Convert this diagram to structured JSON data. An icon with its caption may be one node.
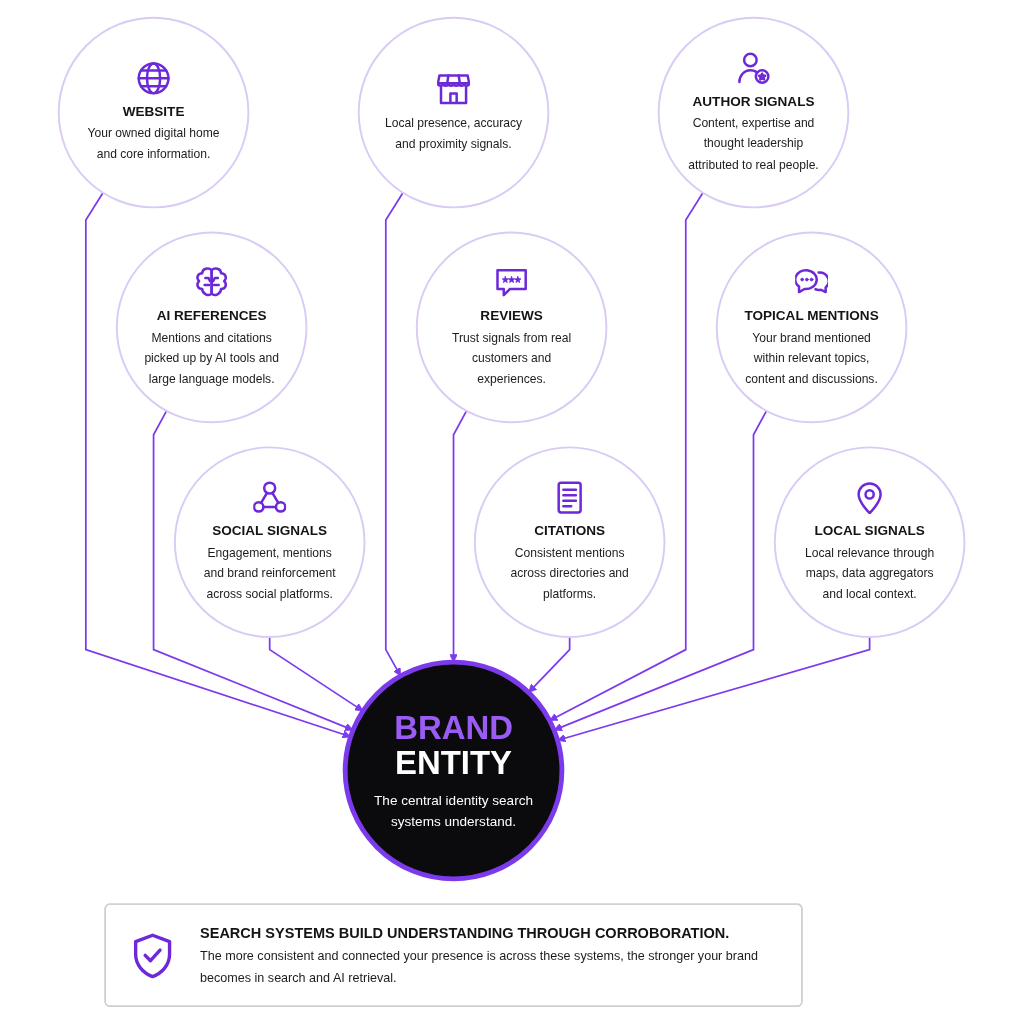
{
  "diagram": {
    "nodes": [
      {
        "text": [
          "BRAND ENTITY",
          "The central identity search systems understand."
        ]
      },
      {
        "text": [
          "WEBSITE",
          "Your owned digital home and core information."
        ]
      },
      {
        "text": [
          "Local presence, accuracy and proximity signals."
        ]
      },
      {
        "text": [
          "REVIEWS",
          "Trust signals from real customers and experiences."
        ]
      },
      {
        "text": [
          "CITATIONS",
          "Consistent mentions across directories and platforms."
        ]
      },
      {
        "text": [
          "SOCIAL SIGNALS",
          "Engagement, mentions and brand reinforcement across social platforms."
        ]
      },
      {
        "text": [
          "AI REFERENCES",
          "Mentions and citations picked up by AI tools and large language models."
        ]
      },
      {
        "text": [
          "LOCAL SIGNALS",
          "Local relevance through maps, data aggregators and local context."
        ]
      },
      {
        "text": [
          "TOPICAL MENTIONS",
          "Your brand mentioned within relevant topics, content and discussions."
        ]
      },
      {
        "text": [
          "AUTHOR SIGNALS",
          "Content, expertise and thought leadership attributed to real people."
        ]
      },
      {
        "text": [
          "SEARCH SYSTEMS BUILD UNDERSTANDING THROUGH CORROBORATION.",
          "The more consistent and connected your presence is across these systems, the stronger your brand becomes in search and AI retrieval."
        ]
      }
    ],
    "edges": [
      {
        "from": 1,
        "to": 0,
        "arrow": "to"
      },
      {
        "from": 2,
        "to": 0,
        "arrow": "to"
      },
      {
        "from": 3,
        "to": 0,
        "arrow": "to"
      },
      {
        "from": 4,
        "to": 0,
        "arrow": "to"
      },
      {
        "from": 5,
        "to": 0,
        "arrow": "to"
      },
      {
        "from": 6,
        "to": 0,
        "arrow": "to"
      },
      {
        "from": 7,
        "to": 0,
        "arrow": "to"
      },
      {
        "from": 8,
        "to": 0,
        "arrow": "to"
      },
      {
        "from": 9,
        "to": 0,
        "arrow": "to"
      }
    ]
  }
}
